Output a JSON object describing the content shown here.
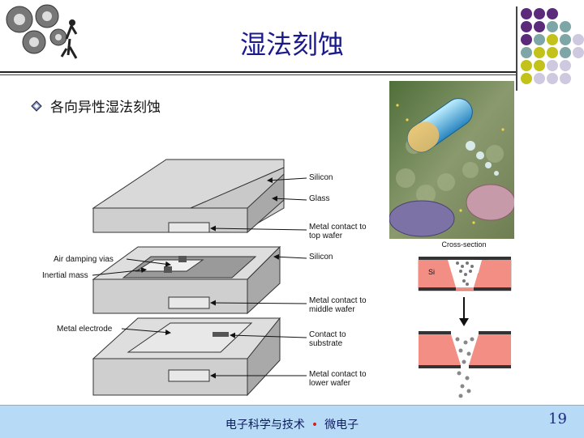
{
  "slide": {
    "title": "湿法刻蚀",
    "bullet": "各向异性湿法刻蚀",
    "page_number": "19"
  },
  "footer": {
    "left_text": "电子科学与技术",
    "separator": "•",
    "right_text": "微电子"
  },
  "diagram": {
    "labels_right": {
      "silicon_top": "Silicon",
      "glass": "Glass",
      "metal_top_1": "Metal contact to",
      "metal_top_2": "top wafer",
      "silicon_mid": "Silicon",
      "metal_mid_1": "Metal contact to",
      "metal_mid_2": "middle wafer",
      "contact_sub_1": "Contact to",
      "contact_sub_2": "substrate",
      "metal_low_1": "Metal contact to",
      "metal_low_2": "lower wafer"
    },
    "labels_left": {
      "air_damping": "Air damping vias",
      "inertial_mass": "Inertial mass",
      "metal_electrode": "Metal electrode"
    }
  },
  "cross_section": {
    "caption": "Cross-section",
    "si_label": "Si"
  },
  "decor_colors": {
    "purple": "#5b2a7a",
    "teal": "#7fa6a6",
    "olive": "#c2c21a",
    "lavender": "#cfc9e0"
  }
}
